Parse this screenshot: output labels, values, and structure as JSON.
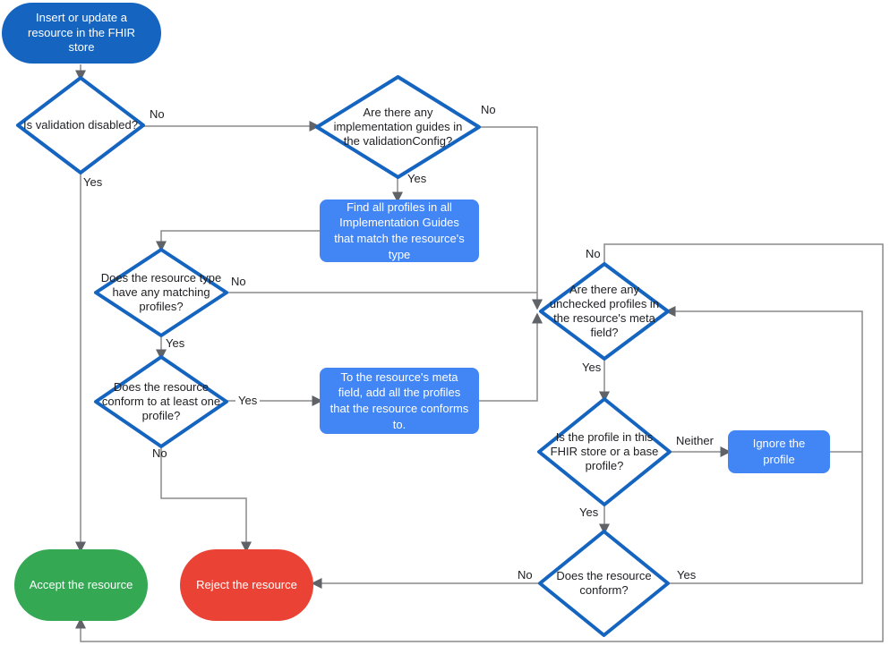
{
  "title": "FHIR store validation flowchart",
  "colors": {
    "start_fill": "#1565C0",
    "process_fill": "#4285F4",
    "accept_fill": "#34A853",
    "reject_fill": "#EA4335",
    "diamond_stroke": "#1565C0",
    "line": "#8a8a8a",
    "arrow": "#5f6368"
  },
  "nodes": {
    "start": {
      "label": "Insert or update a resource in the FHIR store"
    },
    "validation_disabled": {
      "label": "Is validation disabled?"
    },
    "impl_guides": {
      "label": "Are there any implementation guides in the validationConfig?"
    },
    "find_profiles": {
      "label": "Find all profiles in all Implementation Guides that match the resource's type"
    },
    "matching_profiles": {
      "label": "Does the resource type have any matching profiles?"
    },
    "conform_one": {
      "label": "Does the resource conform to at least one profile?"
    },
    "add_profiles": {
      "label": "To the resource's meta field, add all the profiles that the resource conforms to."
    },
    "unchecked_profiles": {
      "label": "Are there any unchecked profiles in the resource's meta field?"
    },
    "profile_in_store": {
      "label": "Is the profile in this FHIR store or a base profile?"
    },
    "ignore_profile": {
      "label": "Ignore the profile"
    },
    "resource_conform": {
      "label": "Does the resource conform?"
    },
    "accept": {
      "label": "Accept the resource"
    },
    "reject": {
      "label": "Reject the resource"
    }
  },
  "edge_labels": {
    "validation_no": "No",
    "validation_yes": "Yes",
    "ig_no": "No",
    "ig_yes": "Yes",
    "match_no": "No",
    "match_yes": "Yes",
    "conform1_yes": "Yes",
    "conform1_no": "No",
    "unchecked_no": "No",
    "unchecked_yes": "Yes",
    "profile_neither": "Neither",
    "profile_yes": "Yes",
    "conform2_no": "No",
    "conform2_yes": "Yes"
  }
}
